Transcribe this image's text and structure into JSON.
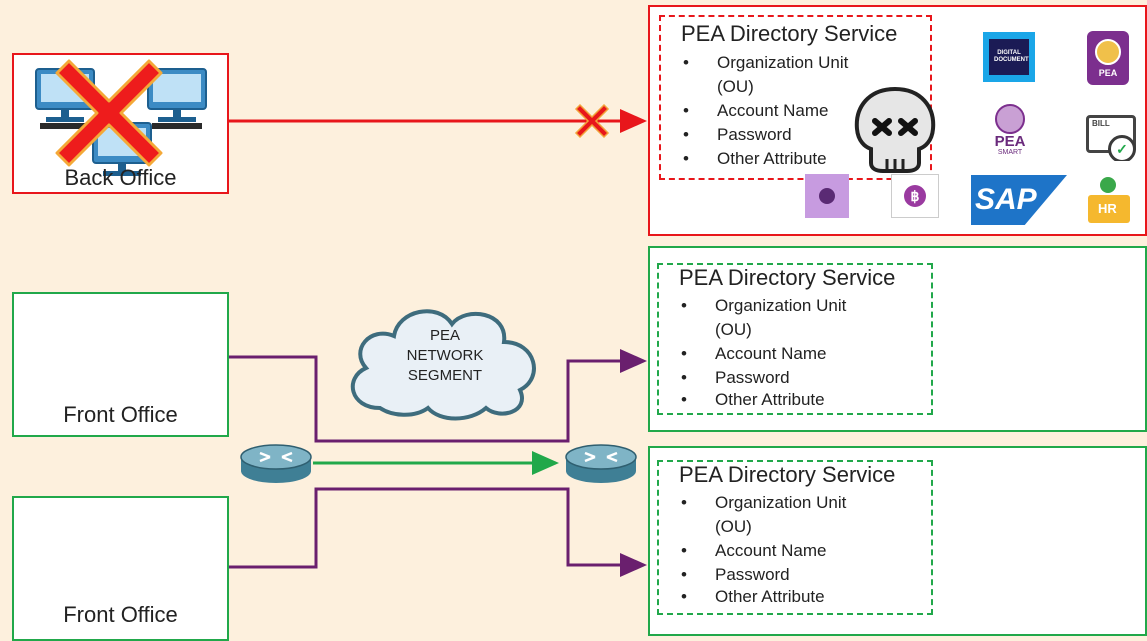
{
  "back_office": {
    "label": "Back Office"
  },
  "front_office_1": {
    "label": "Front Office"
  },
  "front_office_2": {
    "label": "Front Office"
  },
  "cloud": {
    "line1": "PEA",
    "line2": "NETWORK",
    "line3": "SEGMENT"
  },
  "directory_top": {
    "title": "PEA Directory Service",
    "items": [
      "Organization Unit",
      "(OU)",
      "Account Name",
      "Password",
      "Other Attribute"
    ]
  },
  "directory_mid": {
    "title": "PEA Directory Service",
    "items": [
      "Organization Unit",
      "(OU)",
      "Account Name",
      "Password",
      "Other Attribute"
    ]
  },
  "directory_bottom": {
    "title": "PEA Directory Service",
    "items": [
      "Organization Unit",
      "(OU)",
      "Account Name",
      "Password",
      "Other Attribute"
    ]
  },
  "apps": {
    "digital_document": "DIGITAL DOCUMENT",
    "pea_life": "PEA",
    "pea_smart_plus": "PEA",
    "pea_smart_sub": "SMART",
    "bill": "BILL",
    "sap": "SAP",
    "hr": "HR"
  },
  "colors": {
    "failed": "#e8161b",
    "ok": "#21a84a",
    "link": "#6a1f6e",
    "background": "#fdf0dd",
    "cloud_fill": "#e9f0f6",
    "cloud_stroke": "#3e6c7d"
  },
  "icons": {
    "computers": "desktop-computer-icon",
    "cross": "red-cross-icon",
    "skull": "skull-icon",
    "router": "router-icon"
  }
}
